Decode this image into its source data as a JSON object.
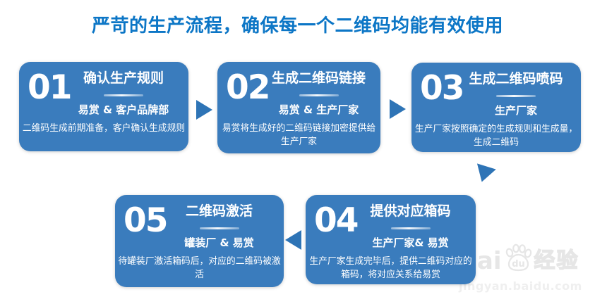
{
  "title": "严苛的生产流程，确保每一个二维码均能有效使用",
  "colors": {
    "title_blue": "#0c76c6",
    "card_blue": "#3a7cbd",
    "arrow_blue": "#2e74b6",
    "card_text": "#ffffff",
    "watermark_gray": "#e6e6e6"
  },
  "steps": [
    {
      "number": "01",
      "title": "确认生产规则",
      "subtitle": "易赏 & 客户品牌部",
      "description": "二维码生成前期准备，客户确认生成规则"
    },
    {
      "number": "02",
      "title": "生成二维码链接",
      "subtitle": "易赏 & 生产厂家",
      "description": "易赏将生成好的二维码链接加密提供给生产厂家"
    },
    {
      "number": "03",
      "title": "生成二维码喷码",
      "subtitle": "生产厂家",
      "description": "生产厂家按照确定的生成规则和生成量，生成二维码"
    },
    {
      "number": "04",
      "title": "提供对应箱码",
      "subtitle": "生产厂家& 易赏",
      "description": "生产厂家生成完毕后，提供二维码对应的箱码，将对应关系给易赏"
    },
    {
      "number": "05",
      "title": "二维码激活",
      "subtitle": "罐装厂 & 易赏",
      "description": "待罐装厂激活箱码后，对应的二维码被激活"
    }
  ],
  "watermark": {
    "brand_left": "Bai",
    "paw_text": "du",
    "brand_right": "经验",
    "url": "jingyan.baidu.com"
  }
}
